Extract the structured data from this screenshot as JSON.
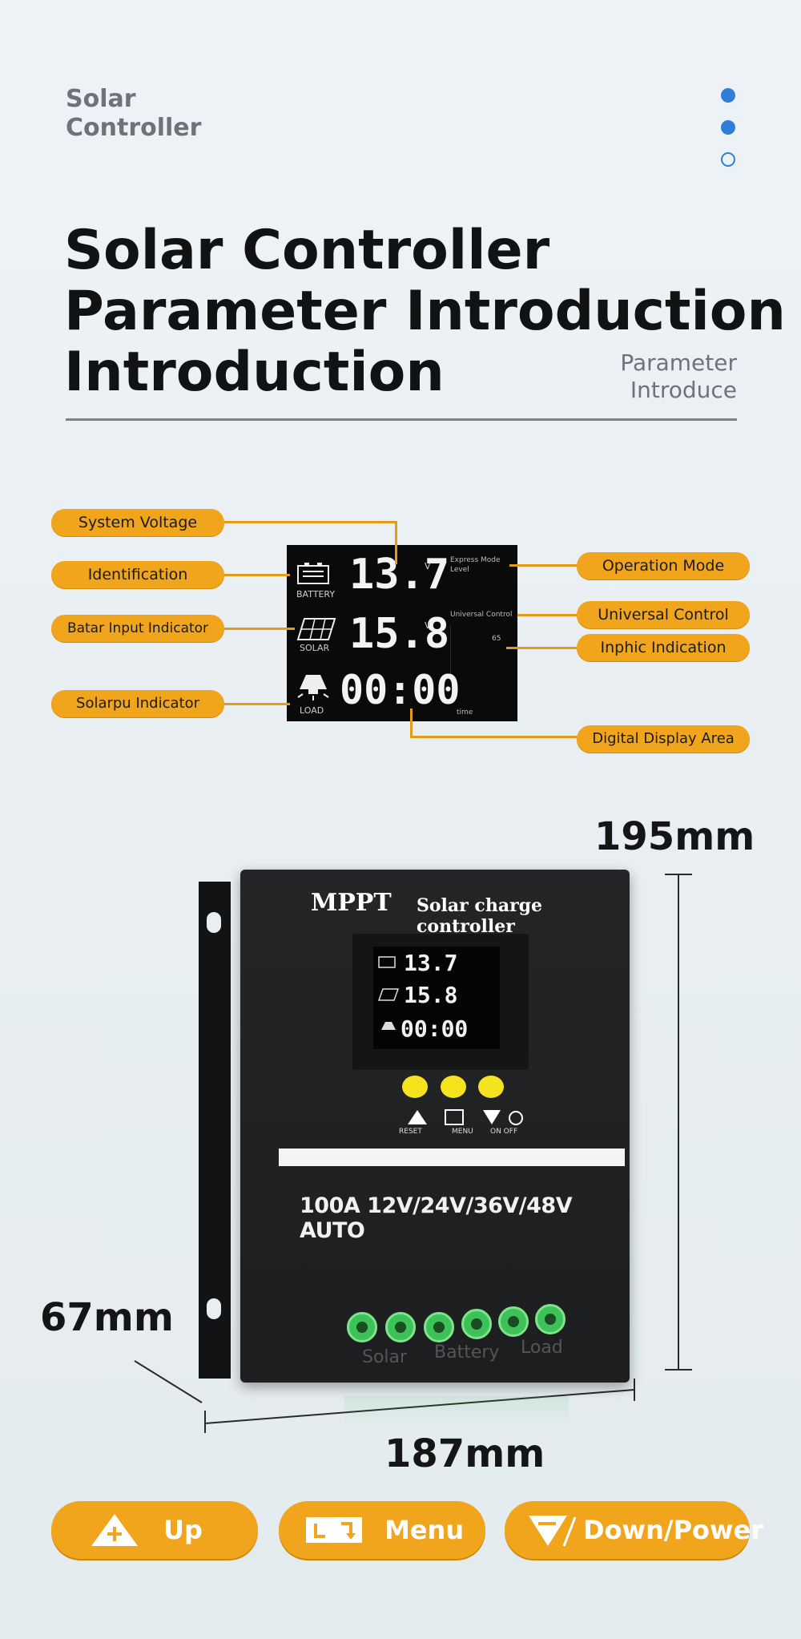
{
  "header": {
    "brand_line1": "Solar",
    "brand_line2": "Controller",
    "title_line1": "Solar Controller",
    "title_line2": "Parameter Introduction",
    "title_line3": "Introduction",
    "subtitle_line1": "Parameter",
    "subtitle_line2": "Introduce"
  },
  "display": {
    "battery_value": "13.7",
    "battery_unit": "V",
    "battery_label": "BATTERY",
    "solar_value": "15.8",
    "solar_unit": "V",
    "solar_label": "SOLAR",
    "time_value": "00:00",
    "load_label": "LOAD",
    "mode_text_1": "Express Mode",
    "mode_text_2": "Level",
    "universal_text": "Universal Control",
    "graphic_text": "65",
    "time_suffix": "time"
  },
  "callouts": {
    "system_voltage": "System Voltage",
    "identification": "Identification",
    "batar_input": "Batar Input Indicator",
    "solarpu_indicator": "Solarpu Indicator",
    "operation_mode": "Operation Mode",
    "universal_control": "Universal Control",
    "graphic_indication": "Inphic Indication",
    "digital_display": "Digital Display Area"
  },
  "dimensions": {
    "height": "195mm",
    "depth": "67mm",
    "width": "187mm"
  },
  "device": {
    "brand": "MPPT",
    "model": "Solar charge controller",
    "spec": "100A  12V/24V/36V/48V AUTO",
    "btn_reset": "RESET",
    "btn_menu": "MENU",
    "btn_onoff": "ON OFF",
    "terminal_solar": "Solar",
    "terminal_battery": "Battery",
    "terminal_load": "Load"
  },
  "buttons": {
    "up": "Up",
    "menu": "Menu",
    "down_power": "Down/Power"
  },
  "colors": {
    "accent_orange": "#f0a51d",
    "dot_blue": "#2f7fd6",
    "terminal_green": "#3cc258"
  }
}
